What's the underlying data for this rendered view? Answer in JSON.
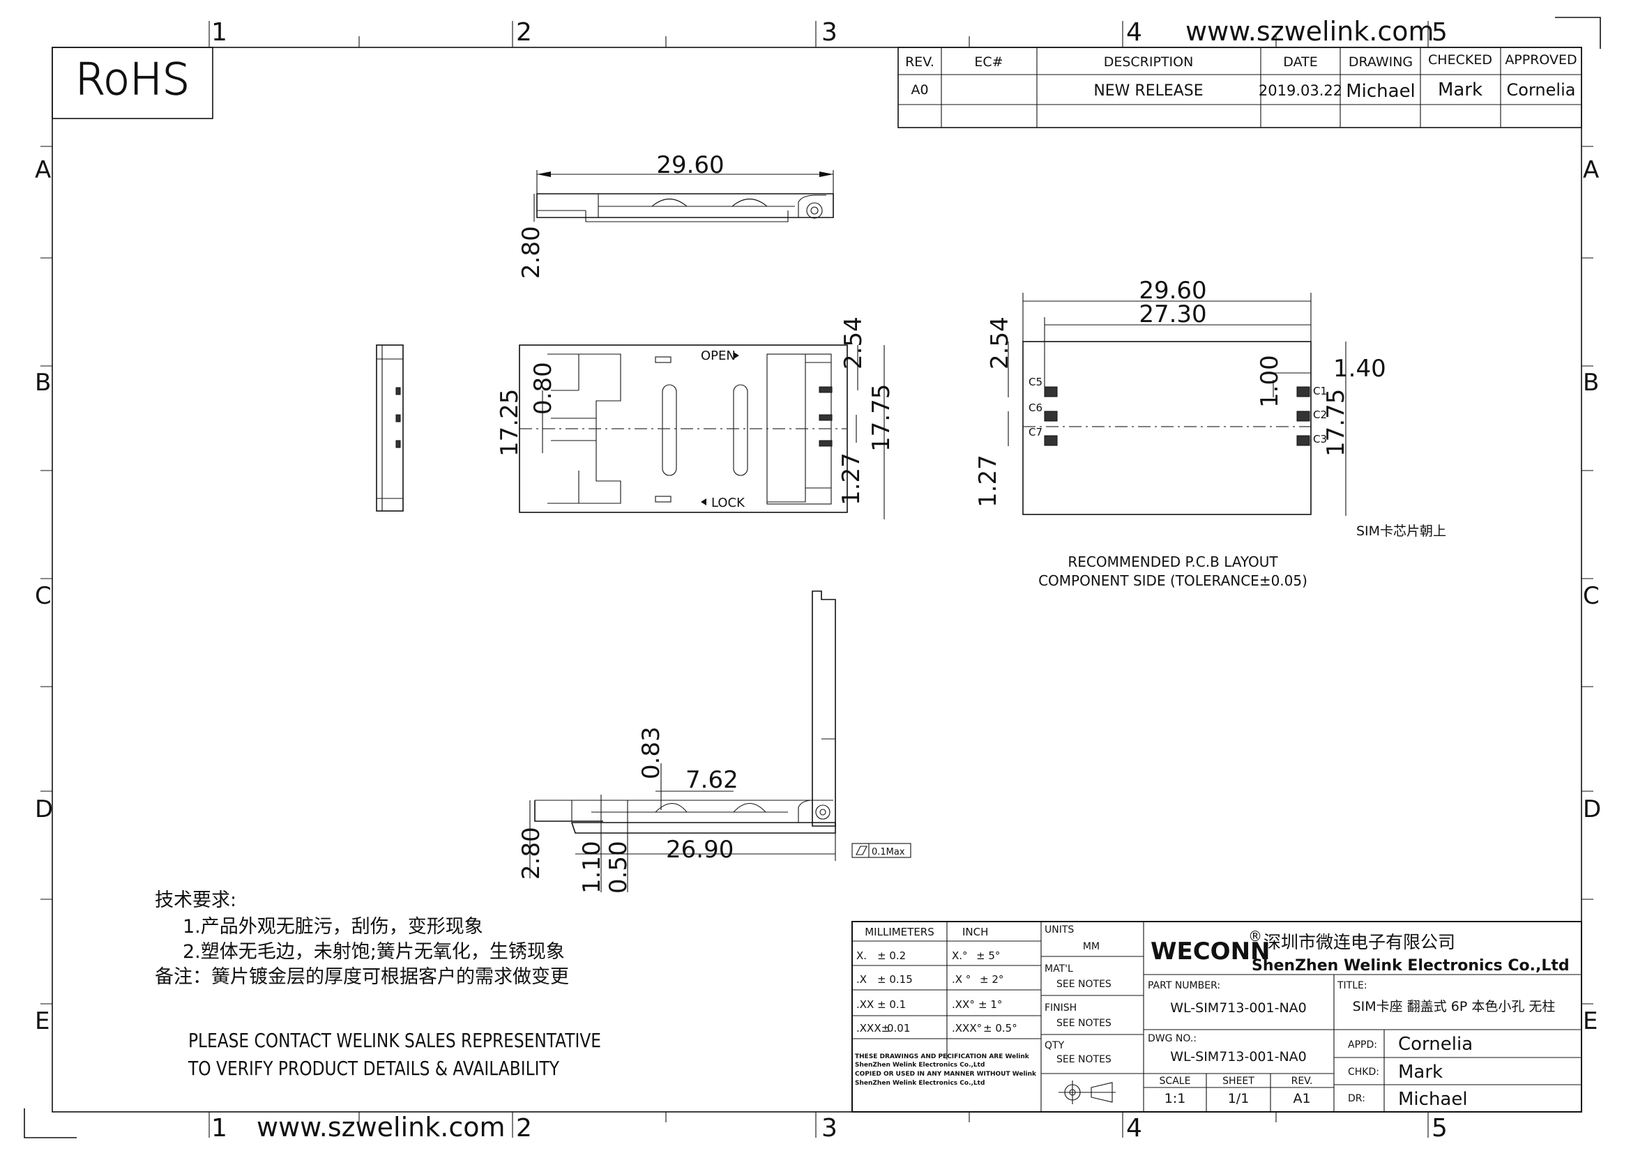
{
  "website": "www.szwelink.com",
  "rohs_label": "RoHS",
  "grid": {
    "columns": [
      "1",
      "2",
      "3",
      "4",
      "5"
    ],
    "rows": [
      "A",
      "B",
      "C",
      "D",
      "E"
    ]
  },
  "revision_table": {
    "headers": [
      "REV.",
      "EC#",
      "DESCRIPTION",
      "DATE",
      "DRAWING",
      "CHECKED",
      "APPROVED"
    ],
    "rows": [
      [
        "A0",
        "",
        "NEW RELEASE",
        "2019.03.22",
        "Michael",
        "Mark",
        "Cornelia"
      ]
    ]
  },
  "dimensions": {
    "top_width": "29.60",
    "top_height": "2.80",
    "plan_height": "17.25",
    "plan_gap": "0.80",
    "plan_top_offset": "2.54",
    "plan_total": "17.75",
    "plan_pitch": "1.27",
    "pcb_width": "29.60",
    "pcb_inner": "27.30",
    "pcb_left": "2.54",
    "pcb_pad_h": "1.00",
    "pcb_pad_w": "1.40",
    "pcb_total": "17.75",
    "pcb_pitch": "1.27",
    "side_thick": "0.83",
    "side_pitch": "7.62",
    "side_height": "2.80",
    "side_a": "1.10",
    "side_b": "0.50",
    "side_len": "26.90",
    "flatness": "0.1Max"
  },
  "plan_labels": {
    "open": "OPEN",
    "lock": "LOCK"
  },
  "pcb_pads": {
    "left": [
      "C5",
      "C6",
      "C7"
    ],
    "right": [
      "C1",
      "C2",
      "C3"
    ]
  },
  "pcb_note": "SIM卡芯片朝上",
  "pcb_caption": {
    "line1": "RECOMMENDED P.C.B LAYOUT",
    "line2": "COMPONENT SIDE (TOLERANCE±0.05)"
  },
  "tech_requirements": {
    "title": "技术要求:",
    "item1": "1.产品外观无脏污，刮伤，变形现象",
    "item2": "2.塑体无毛边，未射饱;簧片无氧化，生锈现象",
    "note": "备注：簧片镀金层的厚度可根据客户的需求做变更"
  },
  "contact_notice": {
    "line1": "PLEASE CONTACT WELINK SALES REPRESENTATIVE",
    "line2": "TO VERIFY PRODUCT DETAILS & AVAILABILITY"
  },
  "tolerance_table": {
    "header_mm": "MILLIMETERS",
    "header_inch": "INCH",
    "rows": [
      {
        "mm_key": "X.",
        "mm_val": "± 0.2",
        "in_key": "X.°",
        "in_val": "± 5°"
      },
      {
        "mm_key": ".X",
        "mm_val": "± 0.15",
        "in_key": ".X °",
        "in_val": "± 2°"
      },
      {
        "mm_key": ".XX",
        "mm_val": "± 0.1",
        "in_key": ".XX°",
        "in_val": "± 1°"
      },
      {
        "mm_key": ".XXX±",
        "mm_val": "0.01",
        "in_key": ".XXX°",
        "in_val": "± 0.5°"
      }
    ],
    "copyright1": "THESE DRAWINGS AND PECIFICATION  ARE Welink",
    "copyright2": "ShenZhen Welink Electronics Co.,Ltd",
    "copyright3": " COPIED OR USED IN ANY MANNER WITHOUT Welink",
    "copyright4": "ShenZhen Welink Electronics Co.,Ltd"
  },
  "units": {
    "units_label": "UNITS",
    "units_value": "MM",
    "matl_label": "MAT'L",
    "matl_value": "SEE NOTES",
    "finish_label": "FINISH",
    "finish_value": "SEE NOTES",
    "qty_label": "QTY",
    "qty_value": "SEE NOTES"
  },
  "company": {
    "brand": "WECONN",
    "registered": "®",
    "name_cn": "深圳市微连电子有限公司",
    "name_en": "ShenZhen Welink Electronics Co.,Ltd"
  },
  "title_block": {
    "part_number_label": "PART NUMBER:",
    "part_number": "WL-SIM713-001-NA0",
    "title_label": "TITLE:",
    "title": "SIM卡座 翻盖式 6P 本色小孔 无柱",
    "dwg_label": "DWG NO.:",
    "dwg_no": "WL-SIM713-001-NA0",
    "scale_label": "SCALE",
    "scale": "1:1",
    "sheet_label": "SHEET",
    "sheet": "1/1",
    "rev_label": "REV.",
    "rev": "A1",
    "appd_label": "APPD:",
    "appd": "Cornelia",
    "chkd_label": "CHKD:",
    "chkd": "Mark",
    "dr_label": "DR:",
    "dr": "Michael"
  }
}
